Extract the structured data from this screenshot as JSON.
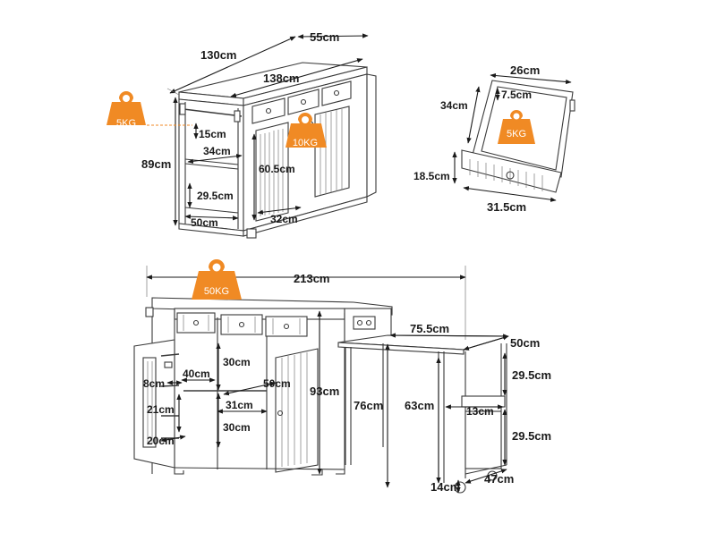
{
  "weights": {
    "top_left": "5KG",
    "shelf": "10KG",
    "drawer": "5KG",
    "top": "50KG"
  },
  "colors": {
    "accent": "#f08a24",
    "line": "#3a3a3a"
  },
  "top_view": {
    "width": "130cm",
    "depth": "55cm",
    "extended": "138cm",
    "height": "89cm",
    "shelf_gap": "15cm",
    "shelf_width": "34cm",
    "lower_gap": "29.5cm",
    "side_depth": "50cm",
    "inner_height": "60.5cm",
    "inner_width": "32cm"
  },
  "drawer": {
    "width": "26cm",
    "inner_height": "7.5cm",
    "depth": "34cm",
    "front_height": "18.5cm",
    "front_width": "31.5cm"
  },
  "front_view": {
    "total_width": "213cm",
    "shelf_depth_left": "8cm",
    "door_inner": "40cm",
    "upper_height": "30cm",
    "inner_width": "50cm",
    "height_21": "21cm",
    "width_31": "31cm",
    "lower_height": "30cm",
    "bottom_20": "20cm",
    "total_height": "93cm",
    "table_height": "76cm",
    "leg_height": "63cm",
    "extension_width": "75.5cm",
    "extension_depth": "50cm",
    "upper_shelf": "29.5cm",
    "side_13": "13cm",
    "lower_shelf": "29.5cm",
    "wheel_14": "14cm",
    "bottom_47": "47cm"
  }
}
